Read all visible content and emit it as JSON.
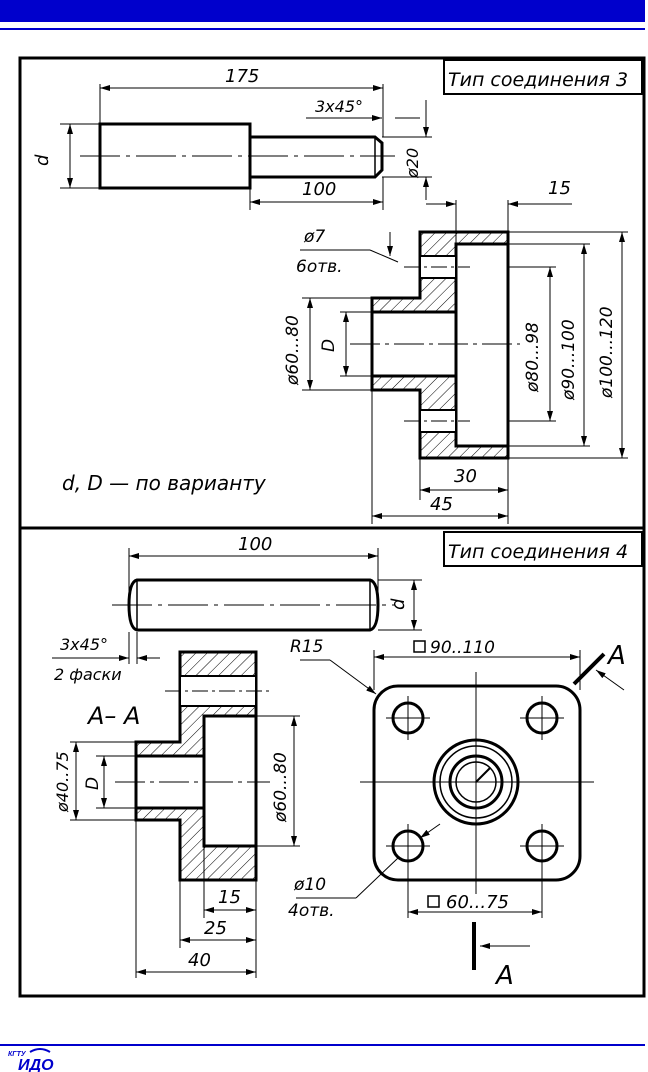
{
  "colors": {
    "accent": "#0000cc",
    "ink": "#000000",
    "paper": "#ffffff"
  },
  "panel3": {
    "title": "Тип соединения 3",
    "dim_175": "175",
    "dim_3x45": "3x45°",
    "label_d": "d",
    "dim_phi20": "ø20",
    "dim_100": "100",
    "dim_15": "15",
    "dim_phi7": "ø7",
    "holes_6": "6отв.",
    "dim_phi60_80": "ø60...80",
    "label_D": "D",
    "dim_phi80_98": "ø80...98",
    "dim_phi90_100": "ø90...100",
    "dim_phi100_120": "ø100...120",
    "note": "d, D — по варианту",
    "dim_30": "30",
    "dim_45": "45"
  },
  "panel4": {
    "title": "Тип соединения 4",
    "dim_100": "100",
    "label_d": "d",
    "dim_3x45": "3x45°",
    "chamfers_2": "2 фаски",
    "dim_R15": "R15",
    "dim_sq90_110": "90..110",
    "label_A": "A",
    "section_AA": "A– A",
    "dim_phi40_75": "ø40..75",
    "label_D": "D",
    "dim_phi60_80": "ø60...80",
    "dim_phi10": "ø10",
    "holes_4": "4отв.",
    "dim_sq60_75": "60...75",
    "dim_15": "15",
    "dim_25": "25",
    "dim_40": "40",
    "label_A_bottom": "A"
  },
  "footer": {
    "logo_small": "КГТУ",
    "logo_text": "ИДО"
  }
}
